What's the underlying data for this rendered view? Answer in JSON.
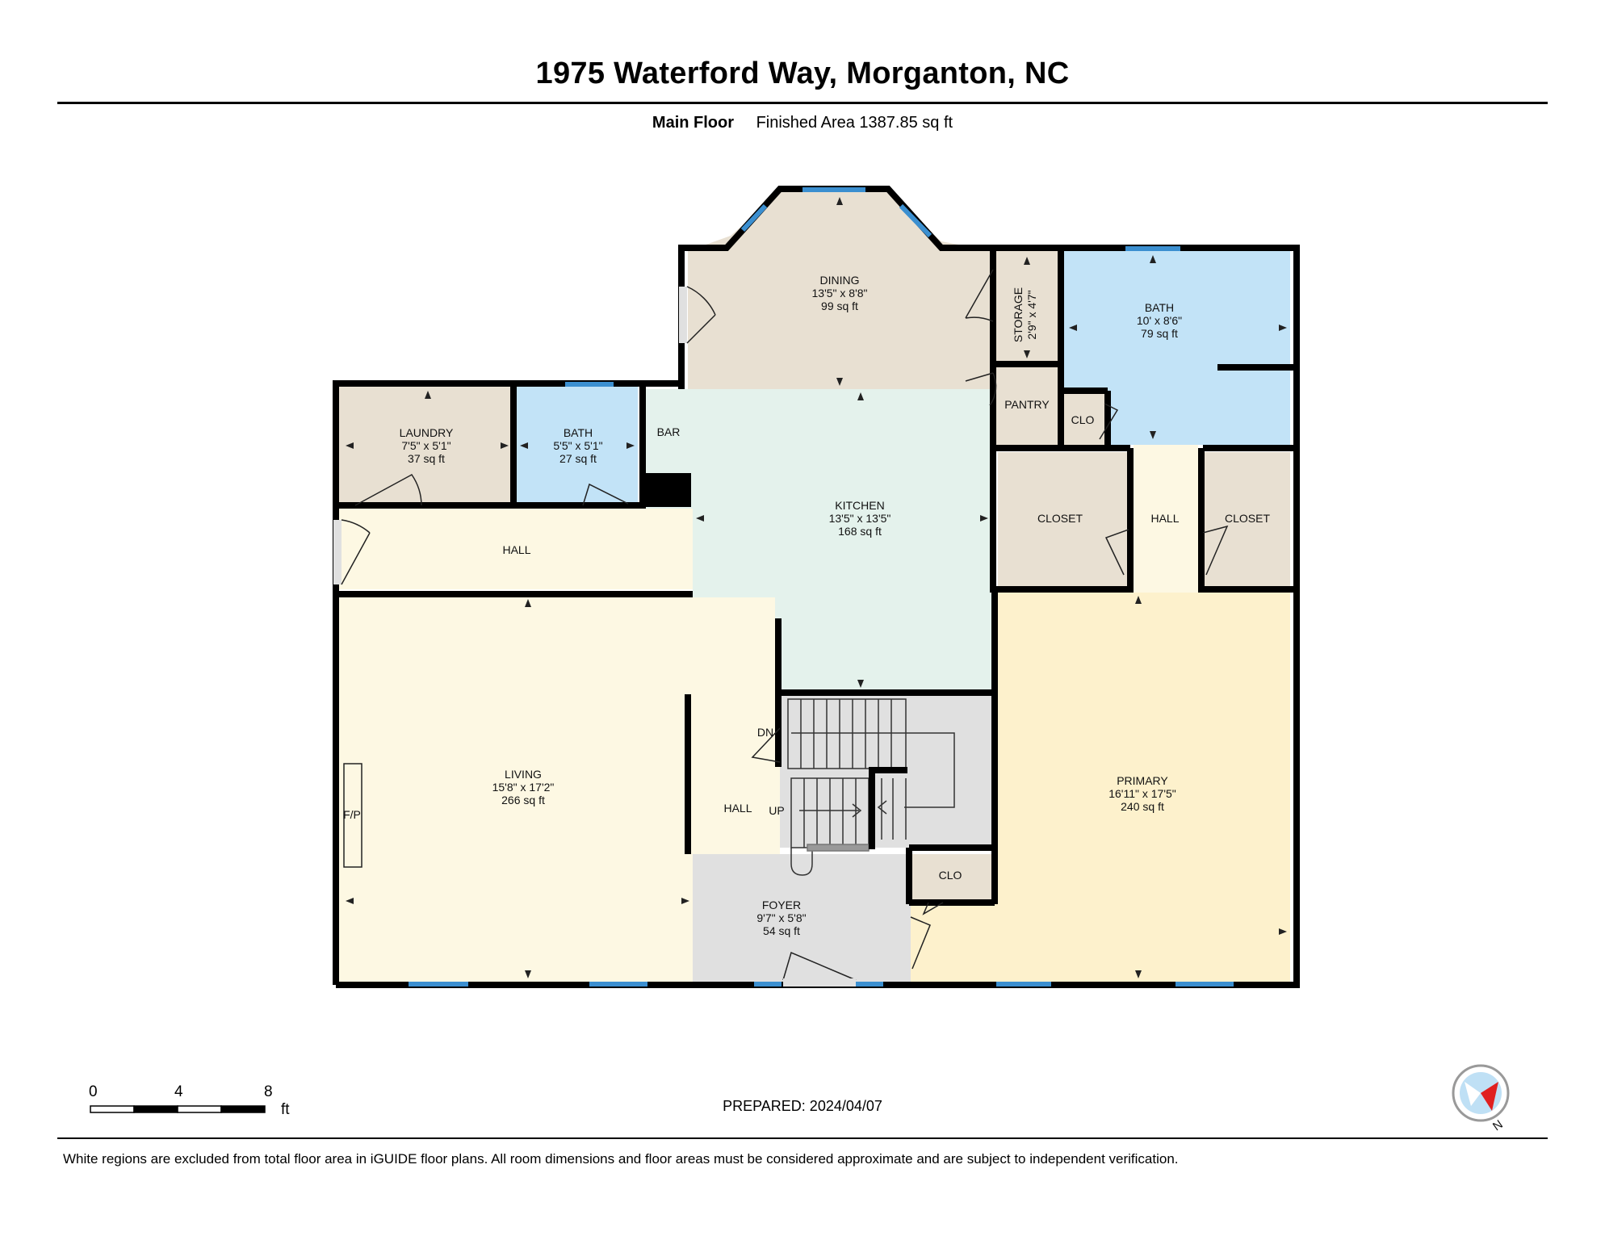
{
  "header": {
    "title": "1975 Waterford Way, Morganton, NC",
    "floor_label": "Main Floor",
    "finished_area": "Finished Area 1387.85 sq ft"
  },
  "rooms": {
    "dining": {
      "name": "DINING",
      "dims": "13'5\" x 8'8\"",
      "area": "99 sq ft"
    },
    "storage": {
      "name": "STORAGE",
      "dims": "2'9\" x 4'7\""
    },
    "bath_main": {
      "name": "BATH",
      "dims": "10' x 8'6\"",
      "area": "79 sq ft"
    },
    "pantry": {
      "name": "PANTRY"
    },
    "clo_upper": {
      "name": "CLO"
    },
    "laundry": {
      "name": "LAUNDRY",
      "dims": "7'5\" x 5'1\"",
      "area": "37 sq ft"
    },
    "bath_small": {
      "name": "BATH",
      "dims": "5'5\" x 5'1\"",
      "area": "27 sq ft"
    },
    "bar": {
      "name": "BAR"
    },
    "kitchen": {
      "name": "KITCHEN",
      "dims": "13'5\" x 13'5\"",
      "area": "168 sq ft"
    },
    "closet_left": {
      "name": "CLOSET"
    },
    "hall_right": {
      "name": "HALL"
    },
    "closet_right": {
      "name": "CLOSET"
    },
    "hall_left": {
      "name": "HALL"
    },
    "living": {
      "name": "LIVING",
      "dims": "15'8\" x 17'2\"",
      "area": "266 sq ft"
    },
    "fireplace": {
      "name": "F/P"
    },
    "hall_center": {
      "name": "HALL"
    },
    "stairs_down": {
      "name": "DN"
    },
    "stairs_up": {
      "name": "UP"
    },
    "primary": {
      "name": "PRIMARY",
      "dims": "16'11\" x 17'5\"",
      "area": "240 sq ft"
    },
    "clo_lower": {
      "name": "CLO"
    },
    "foyer": {
      "name": "FOYER",
      "dims": "9'7\" x 5'8\"",
      "area": "54 sq ft"
    }
  },
  "scale": {
    "labels": [
      "0",
      "4",
      "8"
    ],
    "unit": "ft"
  },
  "compass": {
    "label": "N"
  },
  "prepared": "PREPARED: 2024/04/07",
  "disclaimer": "White regions are excluded from total floor area in iGUIDE floor plans. All room dimensions and floor areas must be considered approximate and are subject to independent verification.",
  "colors": {
    "wall": "#000000",
    "window": "#3b8fd0",
    "dining": "#e8e0d2",
    "kitchen": "#e4f2ec",
    "bath": "#c2e3f7",
    "living_hall": "#fdf8e3",
    "primary": "#fdf1cc",
    "foyer_stairs": "#e0e0e0",
    "closet": "#e8e0d2"
  }
}
